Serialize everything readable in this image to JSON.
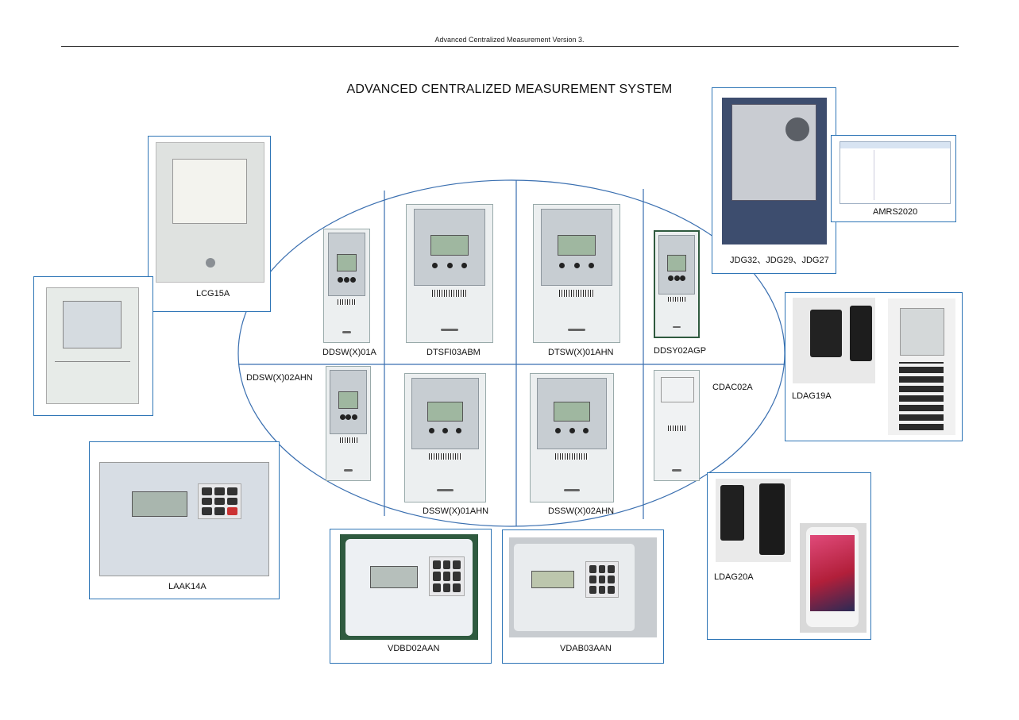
{
  "header": {
    "running_title": "Advanced Centralized Measurement Version 3.",
    "title": "ADVANCED CENTRALIZED MEASUREMENT SYSTEM"
  },
  "devices": {
    "lcg15a": "LCG15A",
    "ddsw01a": "DDSW(X)01A",
    "dtsfi03abm": "DTSFI03ABM",
    "dtsw01ahn": "DTSW(X)01AHN",
    "ddsy02agp": "DDSY02AGP",
    "jdg": "JDG32、JDG29、JDG27",
    "amrs2020": "AMRS2020",
    "ddsw02ahn": "DDSW(X)02AHN",
    "cdac02a": "CDAC02A",
    "ldag19a": "LDAG19A",
    "laak14a": "LAAK14A",
    "dssw01ahn": "DSSW(X)01AHN",
    "dssw02ahn": "DSSW(X)02AHN",
    "ldag20a": "LDAG20A",
    "vdbd02aan": "VDBD02AAN",
    "vdab03aan": "VDAB03AAN"
  },
  "colors": {
    "frame_blue": "#2e75b6",
    "line_blue": "#3a6fb0"
  },
  "icons": {
    "meter": "electric-meter-photo",
    "concentrator": "concentrator-photo",
    "keypad": "keypad-unit-photo",
    "handheld": "handheld-terminal-photo",
    "phone": "smartphone-photo",
    "software": "software-window-screenshot"
  }
}
